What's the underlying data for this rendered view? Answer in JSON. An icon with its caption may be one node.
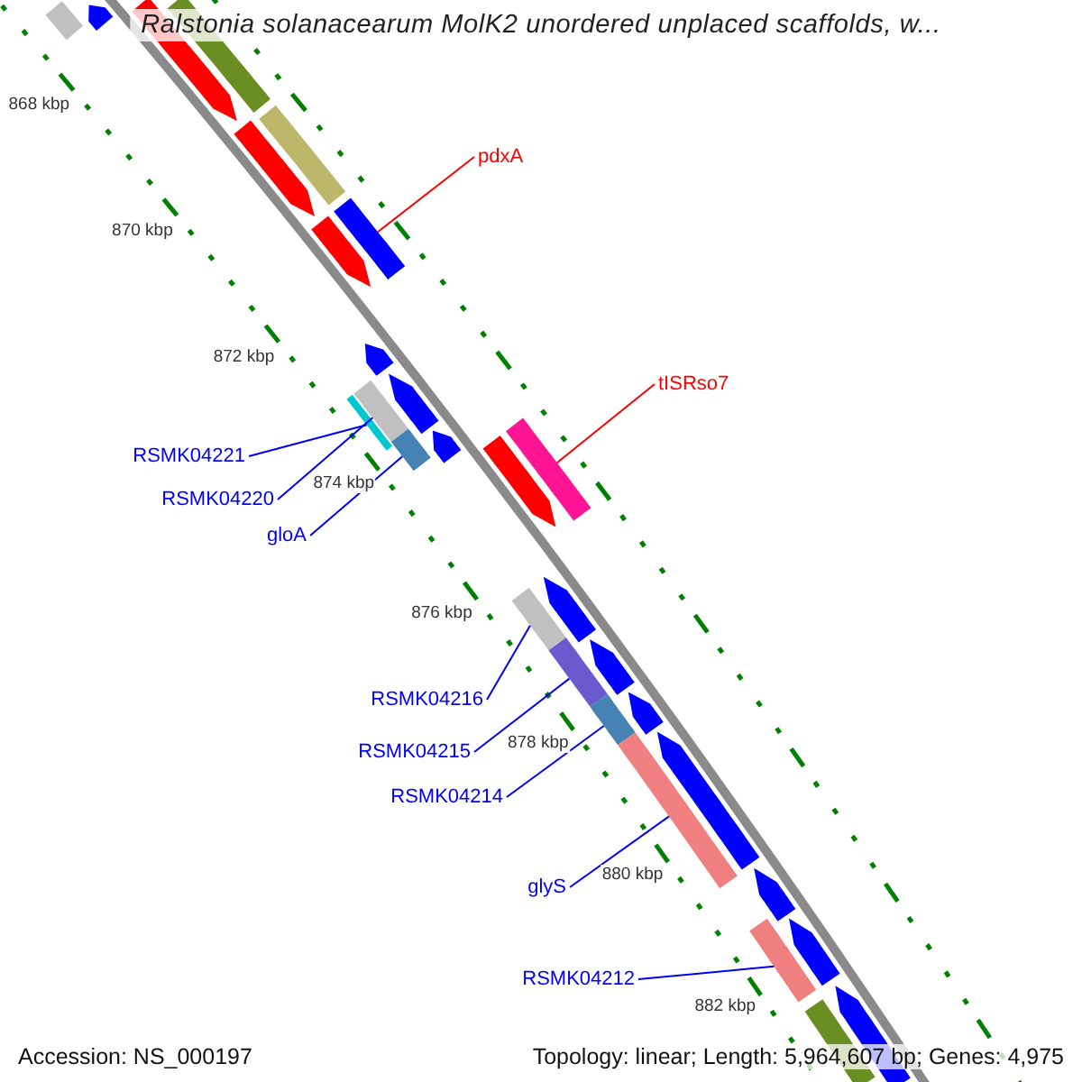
{
  "diagram": {
    "title": "Ralstonia solanacearum MolK2 unordered unplaced scaffolds, w...",
    "nodes": [
      {
        "text": [],
        "shape": "bar"
      },
      {
        "text": [],
        "shape": "pentagon"
      },
      {
        "text": [],
        "shape": "pentagon"
      },
      {
        "text": [],
        "shape": "bar"
      },
      {
        "text": [],
        "shape": "pentagon"
      },
      {
        "text": [],
        "shape": "bar"
      },
      {
        "text": [
          "pdxA"
        ]
      },
      {
        "text": [],
        "shape": "bar"
      },
      {
        "text": [],
        "shape": "pentagon"
      },
      {
        "text": [],
        "shape": "pentagon"
      },
      {
        "text": [
          "tISRso7"
        ]
      },
      {
        "text": [],
        "shape": "pentagon"
      },
      {
        "text": [],
        "shape": "bar"
      },
      {
        "text": [],
        "shape": "bar"
      },
      {
        "text": [],
        "shape": "pentagon"
      },
      {
        "text": [],
        "shape": "bar"
      },
      {
        "text": [
          "RSMK04221"
        ]
      },
      {
        "text": [],
        "shape": "bar"
      },
      {
        "text": [],
        "shape": "pentagon"
      },
      {
        "text": [
          "RSMK04220"
        ]
      },
      {
        "text": [
          "gloA"
        ]
      },
      {
        "text": [],
        "shape": "pentagon"
      },
      {
        "text": [],
        "shape": "bar"
      },
      {
        "text": [],
        "shape": "pentagon"
      },
      {
        "text": [],
        "shape": "bar"
      },
      {
        "text": [
          "RSMK04216"
        ]
      },
      {
        "text": [],
        "shape": "pentagon"
      },
      {
        "text": [],
        "shape": "bar"
      },
      {
        "text": [
          "RSMK04215"
        ]
      },
      {
        "text": [],
        "shape": "pentagon"
      },
      {
        "text": [
          "RSMK04214"
        ]
      },
      {
        "text": [],
        "shape": "bar"
      },
      {
        "text": [
          "glyS"
        ]
      },
      {
        "text": [],
        "shape": "pentagon"
      },
      {
        "text": [],
        "shape": "pentagon"
      },
      {
        "text": [],
        "shape": "bar"
      },
      {
        "text": [
          "RSMK04212"
        ]
      },
      {
        "text": [],
        "shape": "pentagon"
      },
      {
        "text": [],
        "shape": "bar"
      }
    ],
    "edges": [
      {
        "from": 6,
        "to": 7,
        "arrow": "none",
        "color": "#ff0000"
      },
      {
        "from": 10,
        "to": 17,
        "arrow": "none",
        "color": "#ff0000"
      },
      {
        "from": 16,
        "to": 12,
        "arrow": "none"
      },
      {
        "from": 19,
        "to": 13,
        "arrow": "none"
      },
      {
        "from": 20,
        "to": 15,
        "arrow": "none"
      },
      {
        "from": 25,
        "to": 22,
        "arrow": "none"
      },
      {
        "from": 28,
        "to": 24,
        "arrow": "none"
      },
      {
        "from": 30,
        "to": 27,
        "arrow": "none"
      },
      {
        "from": 32,
        "to": 31,
        "arrow": "none"
      },
      {
        "from": 36,
        "to": 35,
        "arrow": "none"
      }
    ],
    "labels": [
      "868 kbp",
      "870 kbp",
      "872 kbp",
      "874 kbp",
      "876 kbp",
      "878 kbp",
      "880 kbp",
      "882 kbp",
      "Accession: NS_000197",
      "Topology: linear; Length: 5,964,607 bp; Genes: 4,975"
    ]
  }
}
